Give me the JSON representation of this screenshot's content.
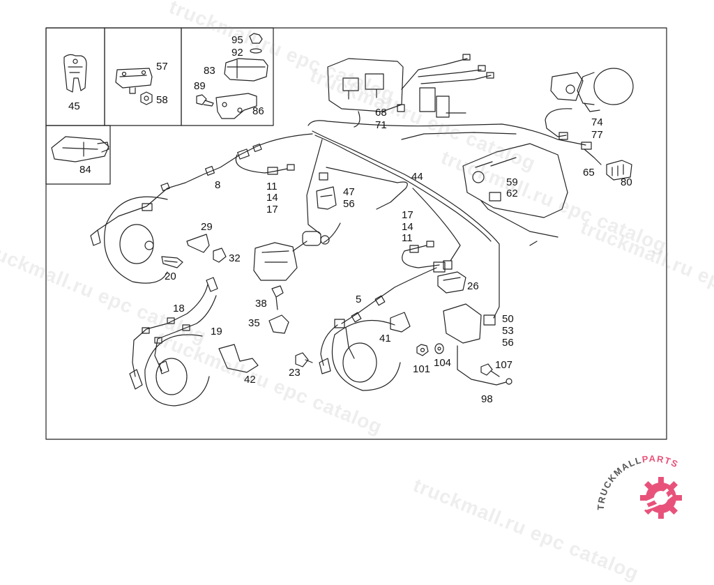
{
  "watermark": {
    "text": "truckmall.ru epc catalog"
  },
  "brand": {
    "name_primary": "TRUCKMALL",
    "name_accent": "PARTS",
    "accent_color": "#e8527a"
  },
  "callouts": [
    {
      "id": "c45",
      "text": "45"
    },
    {
      "id": "c57",
      "text": "57"
    },
    {
      "id": "c58",
      "text": "58"
    },
    {
      "id": "c95",
      "text": "95"
    },
    {
      "id": "c92",
      "text": "92"
    },
    {
      "id": "c83",
      "text": "83"
    },
    {
      "id": "c89",
      "text": "89"
    },
    {
      "id": "c86",
      "text": "86"
    },
    {
      "id": "c84",
      "text": "84"
    },
    {
      "id": "c68",
      "text": "68"
    },
    {
      "id": "c71",
      "text": "71"
    },
    {
      "id": "c74",
      "text": "74"
    },
    {
      "id": "c77",
      "text": "77"
    },
    {
      "id": "c65",
      "text": "65"
    },
    {
      "id": "c80",
      "text": "80"
    },
    {
      "id": "c59",
      "text": "59"
    },
    {
      "id": "c62",
      "text": "62"
    },
    {
      "id": "c44",
      "text": "44"
    },
    {
      "id": "c8",
      "text": "8"
    },
    {
      "id": "c11a",
      "text": "11"
    },
    {
      "id": "c14a",
      "text": "14"
    },
    {
      "id": "c17a",
      "text": "17"
    },
    {
      "id": "c47",
      "text": "47"
    },
    {
      "id": "c56a",
      "text": "56"
    },
    {
      "id": "c29",
      "text": "29"
    },
    {
      "id": "c32",
      "text": "32"
    },
    {
      "id": "c20",
      "text": "20"
    },
    {
      "id": "c17b",
      "text": "17"
    },
    {
      "id": "c14b",
      "text": "14"
    },
    {
      "id": "c11b",
      "text": "11"
    },
    {
      "id": "c26",
      "text": "26"
    },
    {
      "id": "c38",
      "text": "38"
    },
    {
      "id": "c5",
      "text": "5"
    },
    {
      "id": "c18",
      "text": "18"
    },
    {
      "id": "c19",
      "text": "19"
    },
    {
      "id": "c35",
      "text": "35"
    },
    {
      "id": "c50",
      "text": "50"
    },
    {
      "id": "c53",
      "text": "53"
    },
    {
      "id": "c56b",
      "text": "56"
    },
    {
      "id": "c41",
      "text": "41"
    },
    {
      "id": "c42",
      "text": "42"
    },
    {
      "id": "c23",
      "text": "23"
    },
    {
      "id": "c101",
      "text": "101"
    },
    {
      "id": "c104",
      "text": "104"
    },
    {
      "id": "c107",
      "text": "107"
    },
    {
      "id": "c98",
      "text": "98"
    }
  ]
}
